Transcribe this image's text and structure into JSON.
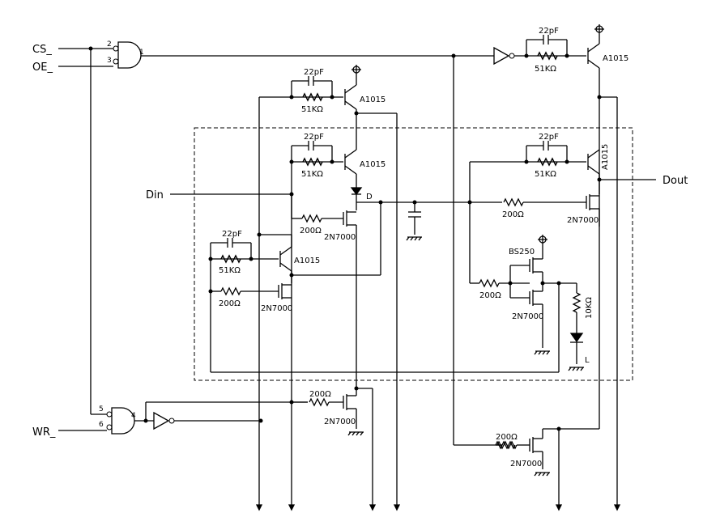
{
  "signals": {
    "cs": "CS_",
    "oe": "OE_",
    "wr": "WR_",
    "din": "Din",
    "dout": "Dout",
    "node_d": "D",
    "led": "L"
  },
  "pins": {
    "and1_in_a": "2",
    "and1_in_b": "3",
    "and1_out": "1",
    "and2_in_a": "5",
    "and2_in_b": "6",
    "and2_out": "4"
  },
  "parts": {
    "pnp": "A1015",
    "nmos": "2N7000",
    "pmos": "BS250",
    "cap": "22pF",
    "r51k": "51KΩ",
    "r200": "200Ω",
    "r10k": "10KΩ"
  }
}
